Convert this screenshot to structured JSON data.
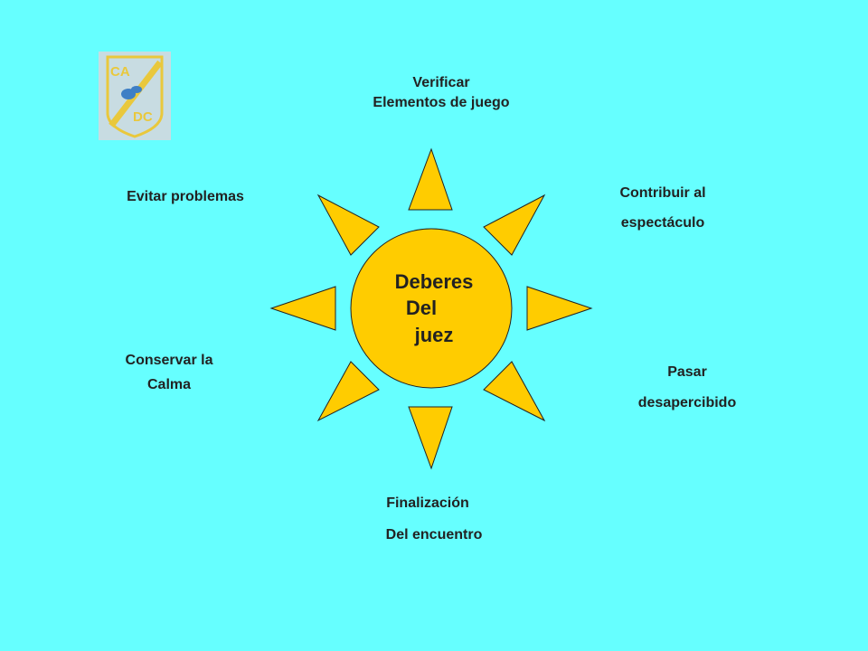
{
  "colors": {
    "background": "#66FFFF",
    "sun_fill": "#FFCC00",
    "outline": "#222222",
    "logo_bg": "#C8DCE2",
    "logo_gold": "#E9C83C",
    "logo_blue": "#3E7FC5"
  },
  "logo": {
    "top_text": "CA",
    "bottom_text": "DC"
  },
  "center": {
    "line1": "Deberes",
    "line2": "Del",
    "line3": "juez"
  },
  "duties": {
    "top": [
      "Verificar",
      "Elementos de juego"
    ],
    "top_right": [
      "Contribuir al",
      "espectáculo"
    ],
    "top_left": [
      "Evitar problemas"
    ],
    "left": [
      "Conservar la",
      "Calma"
    ],
    "right": [
      "Pasar",
      "desapercibido"
    ],
    "bottom": [
      "Finalización",
      "Del encuentro"
    ]
  }
}
